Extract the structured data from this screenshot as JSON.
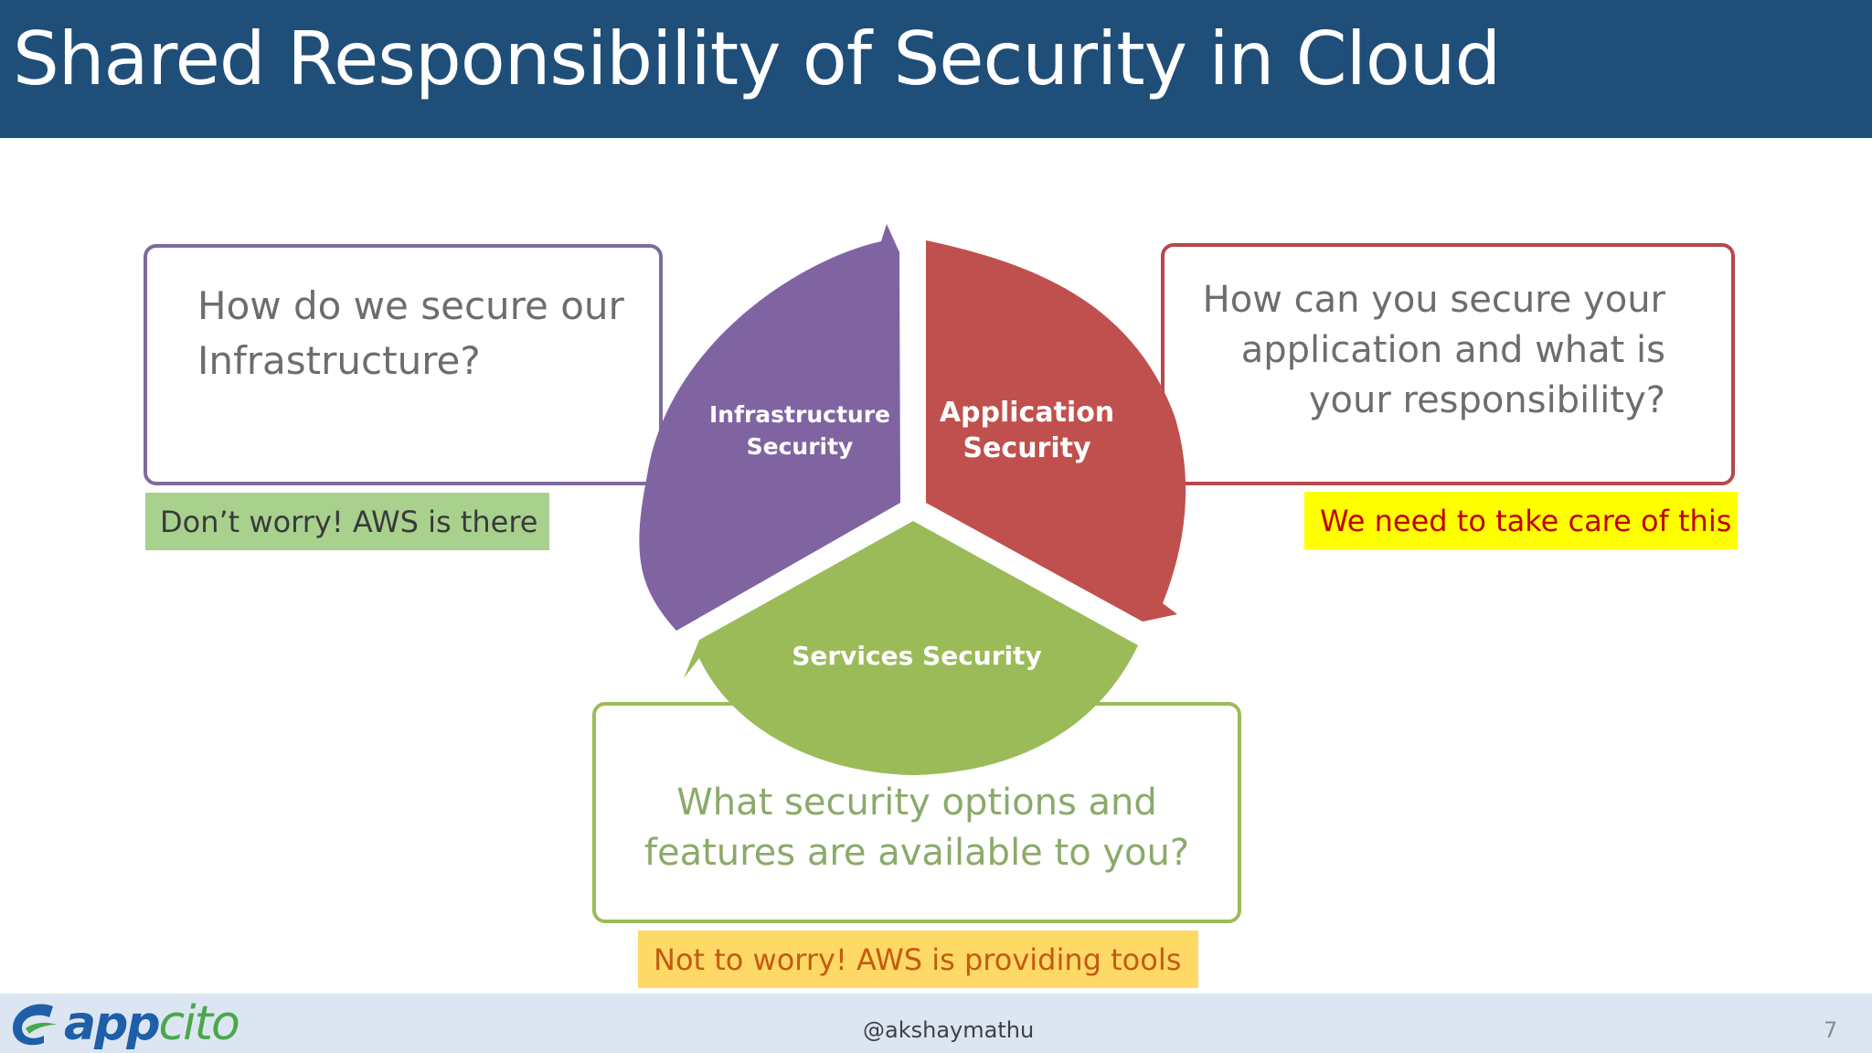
{
  "header": {
    "title": "Shared Responsibility of Security in Cloud"
  },
  "diagram": {
    "segments": {
      "infrastructure": {
        "label": "Infrastructure\nSecurity",
        "color": "#8064a2"
      },
      "application": {
        "label": "Application\nSecurity",
        "color": "#c0504d"
      },
      "services": {
        "label": "Services Security",
        "color": "#9bbb59"
      }
    },
    "questions": {
      "infrastructure": "How do we secure our Infrastructure?",
      "application": "How can you secure your application and what is your responsibility?",
      "services": "What security options and features are available to you?"
    },
    "notes": {
      "infrastructure": "Don’t worry! AWS is there",
      "application": "We need to take care of this",
      "services": "Not to worry! AWS is providing tools"
    }
  },
  "footer": {
    "logo": {
      "part1": "app",
      "part2": "cito"
    },
    "handle": "@akshaymathu",
    "page_number": "7"
  }
}
